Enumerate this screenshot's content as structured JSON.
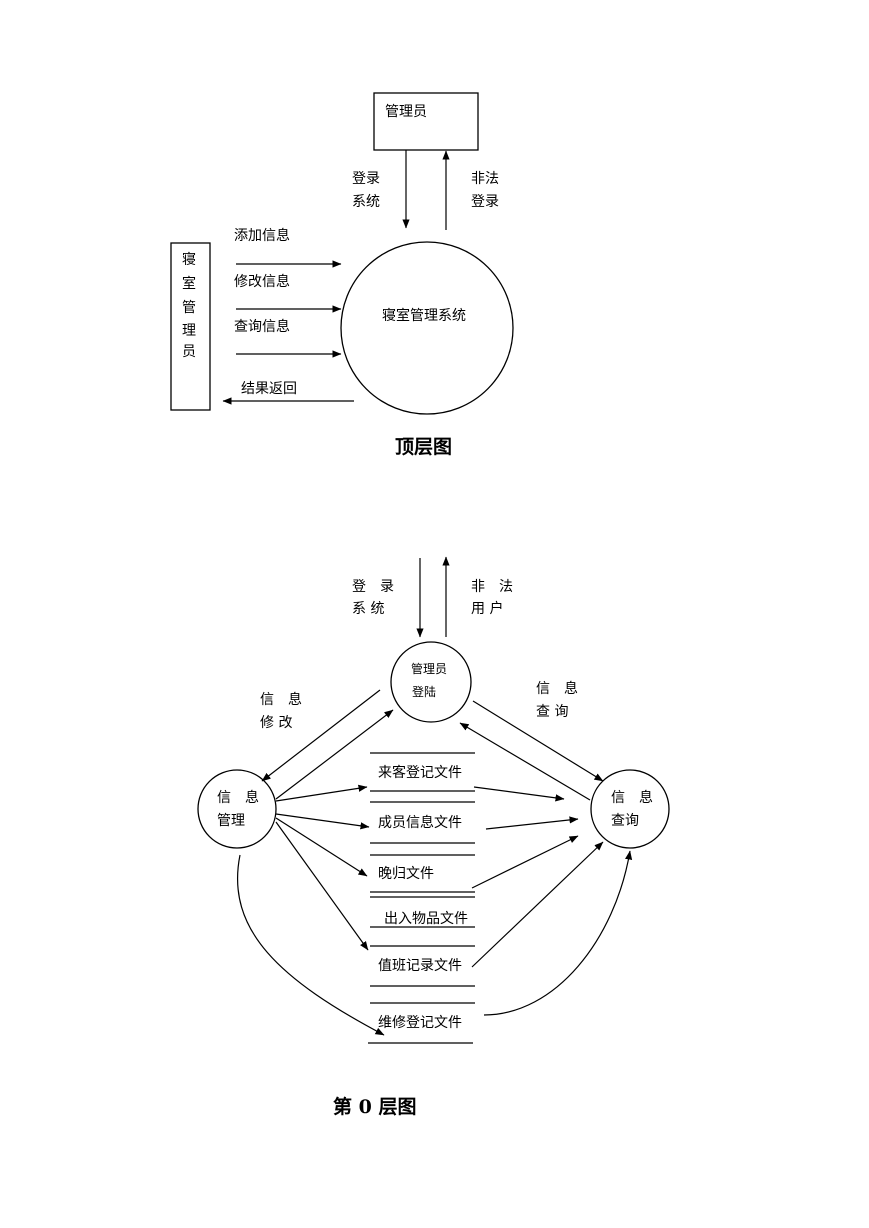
{
  "top_diagram": {
    "external_admin": "管理员",
    "dorm_admin_chars": [
      "寝",
      "室",
      "管",
      "理",
      "员"
    ],
    "process": "寝室管理系统",
    "login_label": [
      "登录",
      "系统"
    ],
    "illegal_label": [
      "非法",
      "登录"
    ],
    "add_info": "添加信息",
    "modify_info": "修改信息",
    "query_info": "查询信息",
    "result_return": "结果返回",
    "caption": "顶层图"
  },
  "level0_diagram": {
    "login_label": [
      "登　录",
      "系 统"
    ],
    "illegal_label": [
      "非　法",
      "用 户"
    ],
    "admin_login": [
      "管理员",
      "登陆"
    ],
    "info_modify": [
      "信　息",
      "修 改"
    ],
    "info_query_label": [
      "信　息",
      "查 询"
    ],
    "info_manage": [
      "信　息",
      "管理"
    ],
    "info_query": [
      "信　息",
      "查询"
    ],
    "files": [
      "来客登记文件",
      "成员信息文件",
      "晚归文件",
      "出入物品文件",
      "值班记录文件",
      "维修登记文件"
    ],
    "caption": "第 0 层图"
  }
}
